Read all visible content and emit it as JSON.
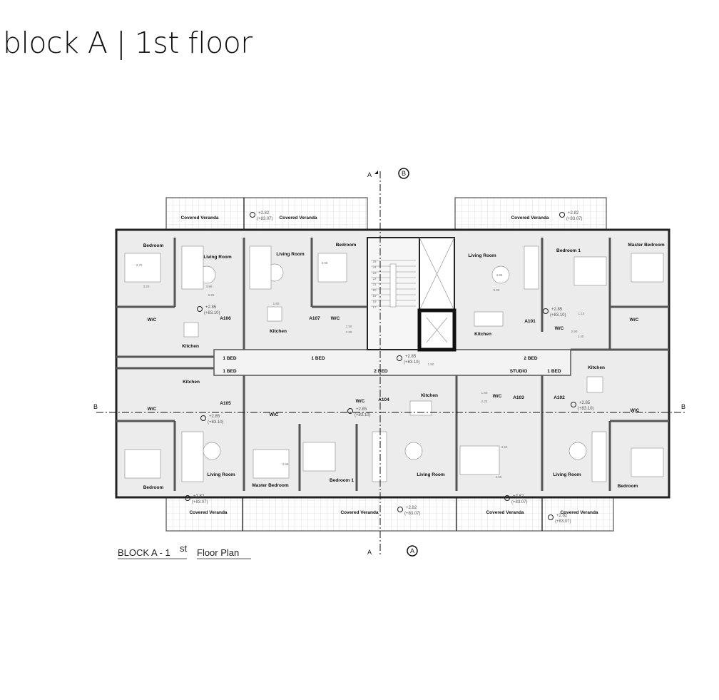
{
  "title": "block A | 1st floor",
  "caption": {
    "main": "BLOCK A - 1",
    "sup": "st",
    "rest": "Floor Plan"
  },
  "section_marks": {
    "a": "A",
    "b": "B"
  },
  "units": {
    "a101": "A101",
    "a102": "A102",
    "a103": "A103",
    "a104": "A104",
    "a105": "A105",
    "a106": "A106",
    "a107": "A107"
  },
  "unit_types": {
    "one_bed": "1 BED",
    "two_bed": "2 BED",
    "studio": "STUDIO"
  },
  "rooms": {
    "bedroom": "Bedroom",
    "bedroom1": "Bedroom 1",
    "master_bedroom": "Master Bedroom",
    "living_room": "Living Room",
    "kitchen": "Kitchen",
    "wc": "W/C",
    "covered_veranda": "Covered Veranda"
  },
  "levels": {
    "veranda": {
      "relative": "+2.82",
      "absolute": "(+83.07)"
    },
    "apartment": {
      "relative": "+2.85",
      "absolute": "(+83.10)"
    }
  },
  "dimensions": [
    "3.70",
    "3.20",
    "3.90",
    "6.25",
    "3.55",
    "2.50",
    "2.80",
    "1.80",
    "4.85",
    "5.65",
    "1.10",
    "2.90",
    "1.40",
    "1.50",
    "4.50",
    "4.55",
    "3.58",
    "1.60",
    "2.25"
  ],
  "stair_numbers": [
    "25",
    "24",
    "23",
    "22",
    "21",
    "20",
    "19",
    "18",
    "17"
  ]
}
